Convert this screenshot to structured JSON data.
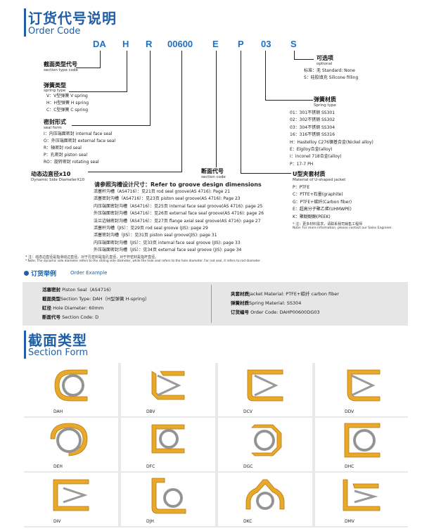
{
  "order_code": {
    "title_cn": "订货代号说明",
    "title_en": "Order Code",
    "codes": [
      "DA",
      "H",
      "R",
      "00600",
      "E",
      "P",
      "03",
      "S"
    ],
    "left": [
      {
        "title_cn": "截面类型代号",
        "title_en": "section type code",
        "items": []
      },
      {
        "title_cn": "弹簧类型",
        "title_en": "spring type",
        "items": [
          "V：V型弹簧  V spring",
          "H：H型弹簧 H spring",
          "C：C型弹簧  C spring"
        ]
      },
      {
        "title_cn": "密封形式",
        "title_en": "seal form",
        "items": [
          "I：内压端面密封  internal face seal",
          "O：外压端面密封  external face seal",
          "R：轴密封 rod seal",
          "P：孔密封 piston seal",
          "RO：旋转密封 rotating seal"
        ]
      },
      {
        "title_cn": "动态边直径x10",
        "title_en": "Dynamic Side DiameterX10",
        "items": []
      }
    ],
    "section_code": {
      "title_cn": "断面代号",
      "title_en": "section code"
    },
    "groove": {
      "title": "请参照沟槽设计尺寸：Refer to groove design dimensions",
      "items": [
        "活塞杆沟槽（AS4716）：见21页  rod seal groove(AS 4716): Page 21",
        "活塞密封沟槽（AS4716）：见23页  piston seal groove(AS 4716): Page 23",
        "内压端面密封沟槽（AS4716）：见25页  internal face seal groove(AS 4716): page 25",
        "外压端面密封沟槽（AS4716）：见26页  external face seal groove(AS 4716): page 26",
        "法兰边轴密封沟槽（AS4716）：见27页  flange axial seal groove(AS 4716): page 27",
        "活塞杆沟槽（JIS）：见29页  rod seal groove (JIS): page 29",
        "活塞密封沟槽（JIS）：见31页  piston seal groove(JIS): page 31",
        "内压端面密封沟槽（JIS）：见33页  internal face seal groove (JIS): page 33",
        "外压端面密封沟槽（JIS）：见34页  external face seal groove (JIS): page 34"
      ]
    },
    "optional": {
      "title_cn": "可选项",
      "title_en": "optional",
      "items": [
        "标准：无  Standard: None",
        "S：硅胶填充  Silicone filling"
      ]
    },
    "spring_material": {
      "title_cn": "弹簧材质",
      "title_en": "Spring type",
      "items": [
        "01：301不锈钢 SS301",
        "02：302不锈钢 SS302",
        "03：304不锈钢 SS304",
        "16：316不锈钢 SS316",
        "H：Hastelloy C276镍基合金(Nickel alloy)",
        "E：Elgiloy合金(alloy)",
        "I：inconel 718合金(alloy)",
        "P：17-7 PH"
      ]
    },
    "jacket": {
      "title_cn": "U型夹套材质",
      "title_en": "Material of U-shaped jacket",
      "items": [
        "P：PTFE",
        "C：PTFE+石墨(graphite)",
        "G：PTFE+碳纤(Carbon fiber)",
        "E：超高分子聚乙烯(UHMWPE)",
        "K：聚醚醚酮(PEEK)"
      ],
      "note_cn": "* 注：更多材料需求，请联系我司销售工程师",
      "note_en": "Note: For more information, please contact our Sales Engineer."
    },
    "footnote_cn": "* 注：动态边直径是指滑动边直径。对于孔密封是指孔直径，对于杆密封是指杆直径。",
    "footnote_en": "* Note: The dynamic side diameter refers to the sliding side diameter, while the hole seal refers to the hole diameter. For rod seal, it refers to rod diameter."
  },
  "example": {
    "title_cn": "订货举例",
    "title_en": "Order Example",
    "left": [
      {
        "k": "活塞密封",
        "v": " Piston Seal（AS4716）"
      },
      {
        "k": "截面类型",
        "v": "Section Type: DAH（H型弹簧 H-spring）"
      },
      {
        "k": "缸径",
        "v": " Hole Diameter: 60mm"
      },
      {
        "k": "断面代号",
        "v": " Section Code: D"
      }
    ],
    "right": [
      {
        "k": "夹套材质",
        "v": "Jacket Material: PTFE+碳纤 carbon fiber"
      },
      {
        "k": "弹簧材质",
        "v": "Spring Material: SS304"
      },
      {
        "k": "订货编号",
        "v": " Order Code: DAHP00600DG03"
      }
    ]
  },
  "section_form": {
    "title_cn": "截面类型",
    "title_en": "Section Form",
    "labels": [
      "DAH",
      "DBV",
      "DCV",
      "DDV",
      "DEH",
      "DFC",
      "DGC",
      "DHC",
      "DIV",
      "DJH",
      "DKC",
      "DMV"
    ]
  },
  "colors": {
    "jacket": "#e8a92b",
    "jacket_dark": "#b9790e",
    "spring": "#9a9a9a",
    "code_blue": "#1f6fbf",
    "title_blue": "#1f5fa5",
    "panel": "#e6e6e6"
  }
}
